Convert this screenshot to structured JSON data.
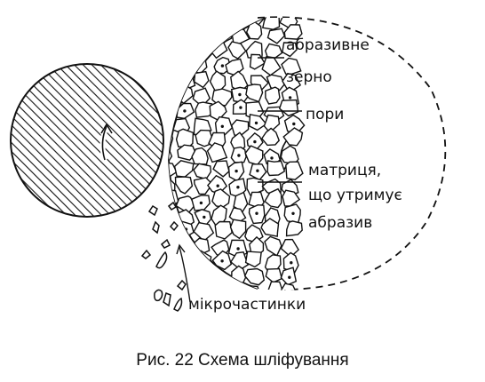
{
  "labels": {
    "abrasive_grain_line1": "абразивне",
    "abrasive_grain_line2": "зерно",
    "pores": "пори",
    "matrix_line1": "матриця,",
    "matrix_line2": "що утримує",
    "matrix_line3": "абразив",
    "microparticles": "мікрочастинки"
  },
  "caption": "Рис. 22 Схема шліфування",
  "colors": {
    "ink": "#111111",
    "background": "#ffffff"
  }
}
